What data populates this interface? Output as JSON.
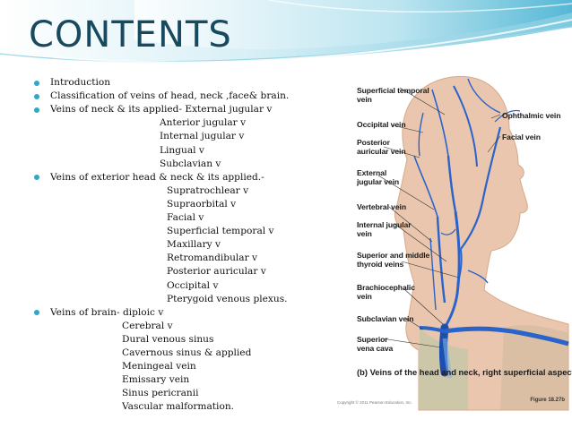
{
  "slide": {
    "title": "CONTENTS",
    "accent_color": "#2aa9c9",
    "title_color": "#17495f"
  },
  "contents": [
    {
      "text": "Introduction",
      "bullet": true,
      "indent": 0
    },
    {
      "text": "Classification of veins of head, neck ,face& brain.",
      "bullet": true,
      "indent": 0
    },
    {
      "text": "Veins of neck & its applied- External jugular v",
      "bullet": true,
      "indent": 0
    },
    {
      "text": "Anterior jugular v",
      "bullet": false,
      "indent": 2
    },
    {
      "text": "Internal jugular v",
      "bullet": false,
      "indent": 2
    },
    {
      "text": "Lingual v",
      "bullet": false,
      "indent": 2
    },
    {
      "text": "Subclavian v",
      "bullet": false,
      "indent": 2
    },
    {
      "text": "Veins of exterior head & neck & its applied.-",
      "bullet": true,
      "indent": 0
    },
    {
      "text": "Supratrochlear v",
      "bullet": false,
      "indent": 3
    },
    {
      "text": "Supraorbital v",
      "bullet": false,
      "indent": 3
    },
    {
      "text": "Facial  v",
      "bullet": false,
      "indent": 3
    },
    {
      "text": "Superficial temporal v",
      "bullet": false,
      "indent": 3
    },
    {
      "text": "Maxillary v",
      "bullet": false,
      "indent": 3
    },
    {
      "text": "Retromandibular v",
      "bullet": false,
      "indent": 3
    },
    {
      "text": "Posterior auricular v",
      "bullet": false,
      "indent": 3
    },
    {
      "text": "Occipital v",
      "bullet": false,
      "indent": 3
    },
    {
      "text": "Pterygoid venous plexus.",
      "bullet": false,
      "indent": 3
    },
    {
      "text": " Veins of brain- diploic v",
      "bullet": true,
      "indent": 0
    },
    {
      "text": "Cerebral v",
      "bullet": false,
      "indent": 1
    },
    {
      "text": "Dural venous  sinus",
      "bullet": false,
      "indent": 1
    },
    {
      "text": "Cavernous sinus & applied",
      "bullet": false,
      "indent": 1
    },
    {
      "text": "Meningeal vein",
      "bullet": false,
      "indent": 1
    },
    {
      "text": "Emissary vein",
      "bullet": false,
      "indent": 1
    },
    {
      "text": "Sinus pericranii",
      "bullet": false,
      "indent": 1
    },
    {
      "text": "Vascular malformation.",
      "bullet": false,
      "indent": 1
    }
  ],
  "figure": {
    "labels_left": [
      {
        "key": "sup_temporal",
        "text": "Superficial temporal\nvein"
      },
      {
        "key": "occipital",
        "text": "Occipital vein"
      },
      {
        "key": "post_auricular",
        "text": "Posterior\nauricular vein"
      },
      {
        "key": "ext_jugular",
        "text": "External\njugular vein"
      },
      {
        "key": "vertebral",
        "text": "Vertebral vein"
      },
      {
        "key": "int_jugular",
        "text": "Internal jugular\nvein"
      },
      {
        "key": "thyroid",
        "text": "Superior and middle\nthyroid veins"
      },
      {
        "key": "brachiocephalic",
        "text": "Brachiocephalic\nvein"
      },
      {
        "key": "subclavian",
        "text": "Subclavian vein"
      },
      {
        "key": "svc",
        "text": "Superior\nvena cava"
      }
    ],
    "labels_right": [
      {
        "key": "ophthalmic",
        "text": "Ophthalmic vein"
      },
      {
        "key": "facial",
        "text": "Facial vein"
      }
    ],
    "caption": "(b) Veins of the head and neck, right superficial aspect",
    "copyright": "Copyright © 2011 Pearson Education, Inc.",
    "figure_ref": "Figure 18.27b",
    "vein_color": "#2a63c9",
    "skin_color": "#e9c6ad"
  }
}
